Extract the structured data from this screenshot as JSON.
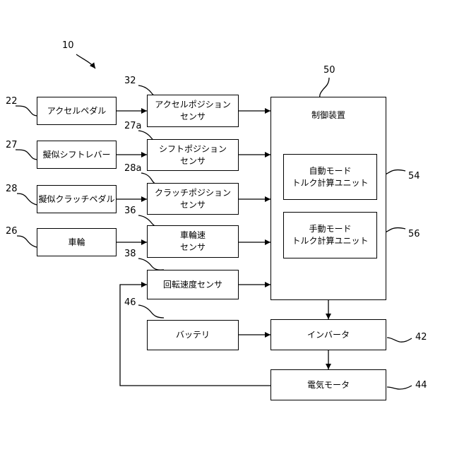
{
  "figure_ref": "10",
  "blocks": {
    "accel_pedal": {
      "label": "アクセルペダル",
      "ref": "22"
    },
    "shift_lever": {
      "label": "擬似シフトレバー",
      "ref": "27"
    },
    "clutch_pedal": {
      "label": "擬似クラッチペダル",
      "ref": "28"
    },
    "wheel": {
      "label": "車輪",
      "ref": "26"
    },
    "accel_sensor": {
      "line1": "アクセルポジション",
      "line2": "センサ",
      "ref": "32"
    },
    "shift_sensor": {
      "line1": "シフトポジション",
      "line2": "センサ",
      "ref": "27a"
    },
    "clutch_sensor": {
      "line1": "クラッチポジション",
      "line2": "センサ",
      "ref": "28a"
    },
    "wheel_speed_sensor": {
      "line1": "車輪速",
      "line2": "センサ",
      "ref": "36"
    },
    "rotation_sensor": {
      "label": "回転速度センサ",
      "ref": "38"
    },
    "controller": {
      "label": "制御装置",
      "ref": "50"
    },
    "auto_unit": {
      "line1": "自動モード",
      "line2": "トルク計算ユニット",
      "ref": "54"
    },
    "manual_unit": {
      "line1": "手動モード",
      "line2": "トルク計算ユニット",
      "ref": "56"
    },
    "battery": {
      "label": "バッテリ",
      "ref": "46"
    },
    "inverter": {
      "label": "インバータ",
      "ref": "42"
    },
    "motor": {
      "label": "電気モータ",
      "ref": "44"
    }
  }
}
